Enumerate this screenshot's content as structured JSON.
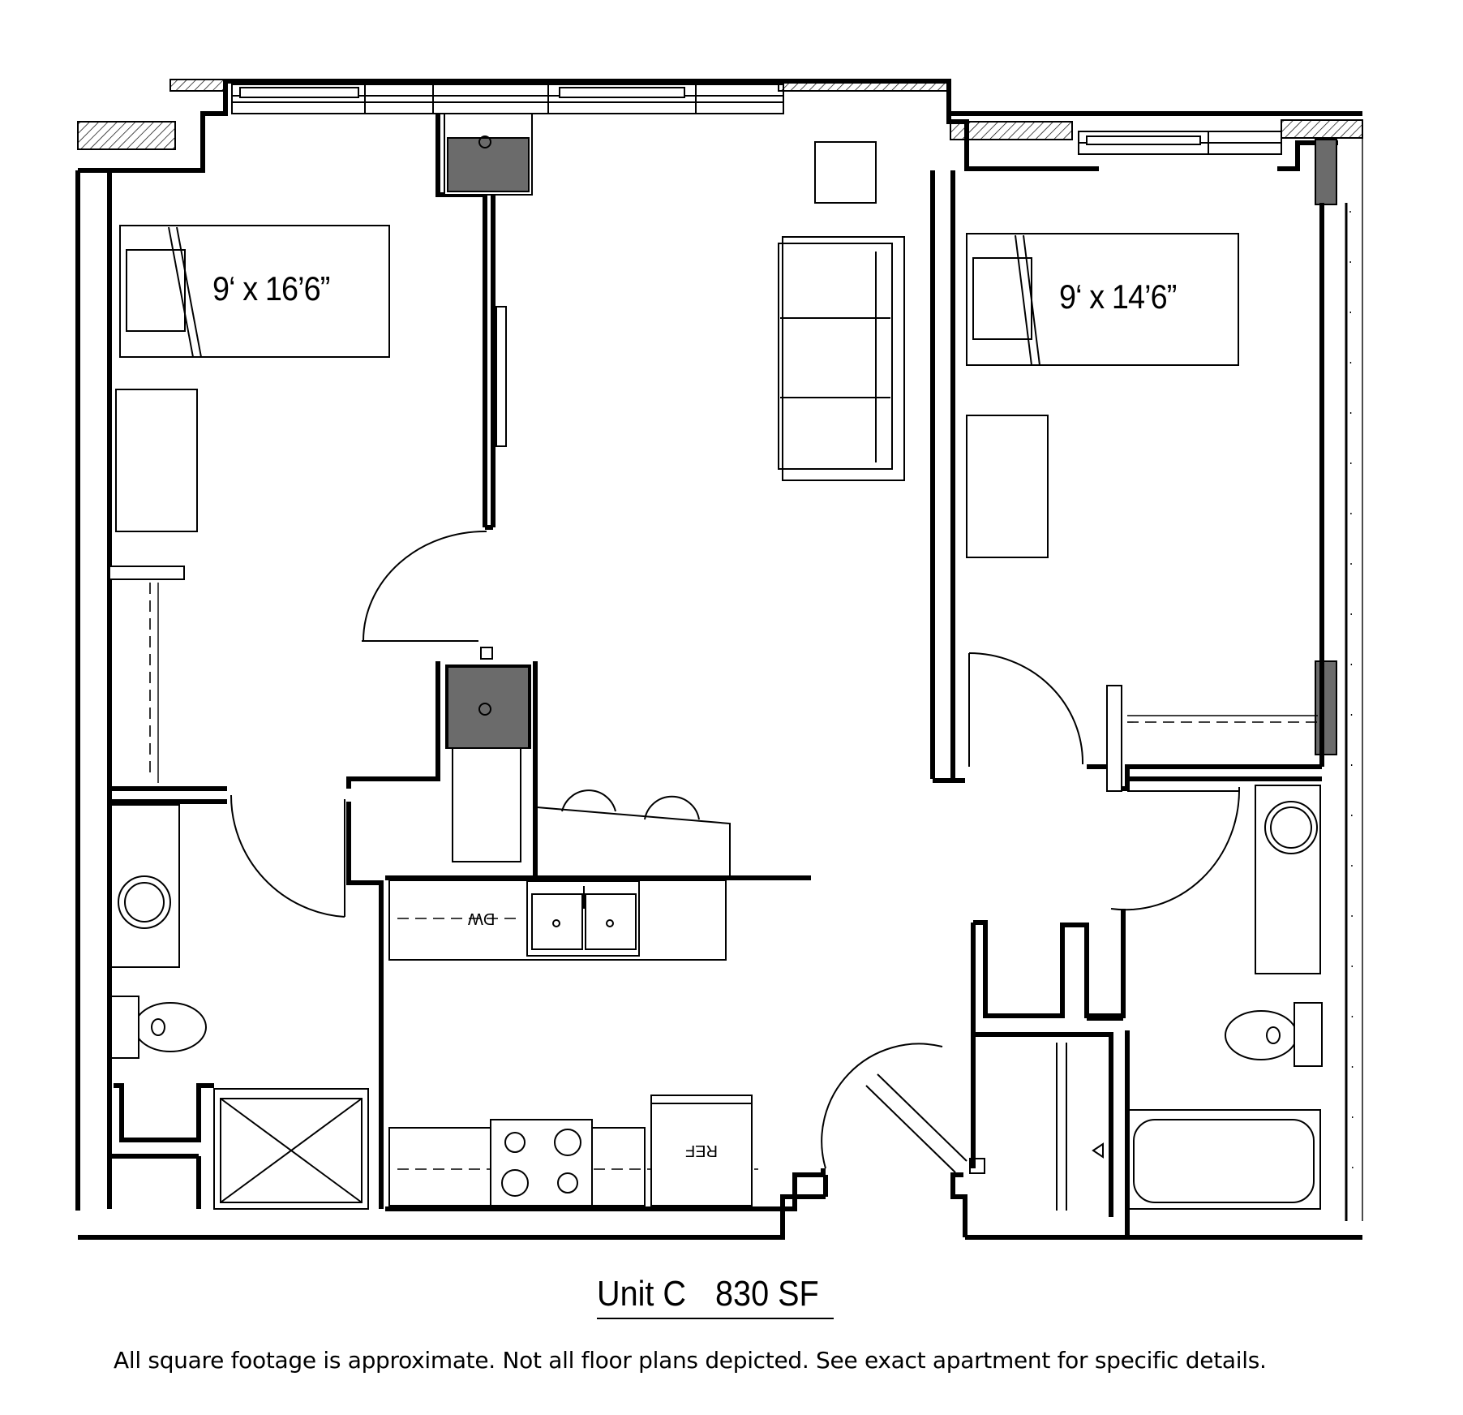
{
  "rooms": {
    "bedroom_1": {
      "dimensions": "9‘ x 16’6”"
    },
    "bedroom_2": {
      "dimensions": "9‘ x 14’6”"
    }
  },
  "appliances": {
    "dishwasher": "DW",
    "refrigerator": "REF"
  },
  "unit": {
    "name": "Unit C",
    "area": "830 SF"
  },
  "disclaimer": "All square footage is approximate.  Not all floor plans depicted.  See exact apartment for specific details."
}
